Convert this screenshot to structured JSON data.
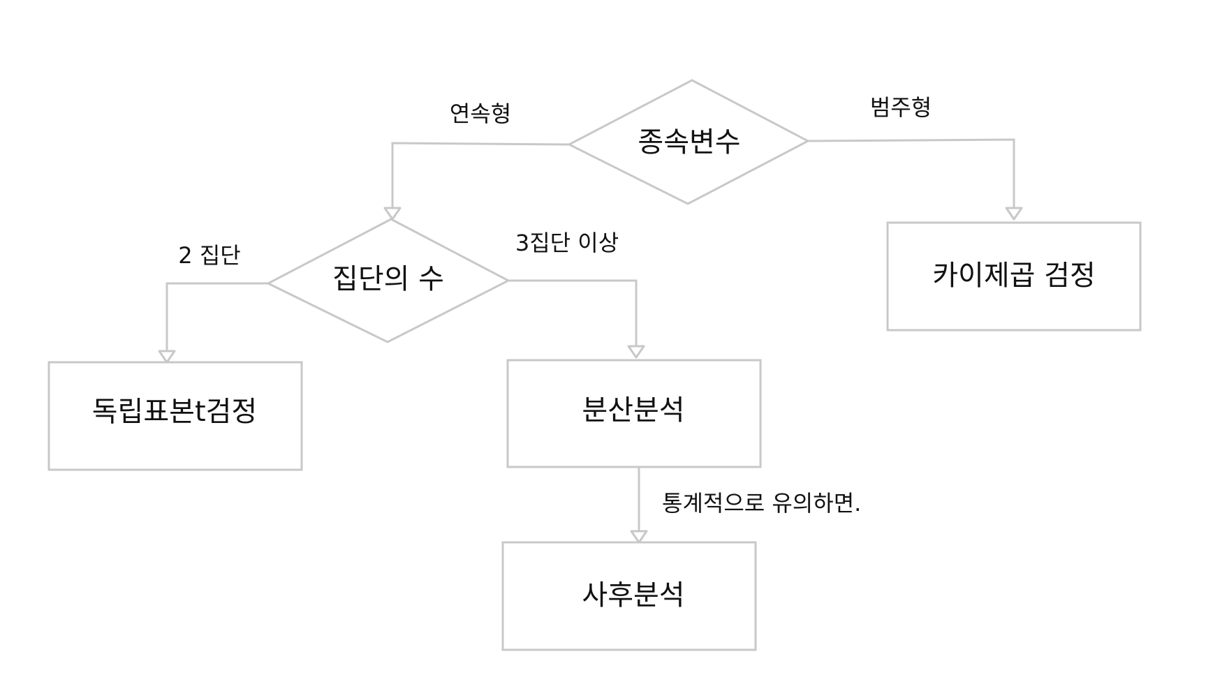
{
  "nodes": {
    "dependent_variable": "종속변수",
    "group_count": "집단의 수",
    "independent_t_test": "독립표본t검정",
    "anova": "분산분석",
    "post_hoc": "사후분석",
    "chi_square": "카이제곱 검정"
  },
  "edges": {
    "continuous": "연속형",
    "categorical": "범주형",
    "two_groups": "2 집단",
    "three_or_more": "3집단 이상",
    "if_significant": "통계적으로 유의하면."
  },
  "colors": {
    "stroke": "#c8c8c8",
    "text": "#111111",
    "background": "#ffffff"
  }
}
